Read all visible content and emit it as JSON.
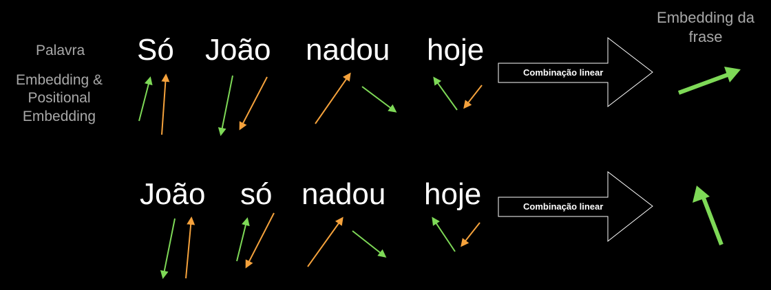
{
  "labels": {
    "palavra": "Palavra",
    "embedding_positional": [
      "Embedding &",
      "Positional",
      "Embedding"
    ],
    "sentence_embedding": [
      "Embedding da",
      "frase"
    ]
  },
  "rows": [
    {
      "words": [
        "Só",
        "João",
        "nadou",
        "hoje"
      ],
      "combination_label": "Combinação linear"
    },
    {
      "words": [
        "João",
        "só",
        "nadou",
        "hoje"
      ],
      "combination_label": "Combinação linear"
    }
  ],
  "colors": {
    "background": "#000000",
    "side_label": "#a8a8a8",
    "word_embedding_arrow": "#7ed957",
    "positional_arrow": "#f5a23c",
    "sentence_arrow": "#7ed957"
  }
}
